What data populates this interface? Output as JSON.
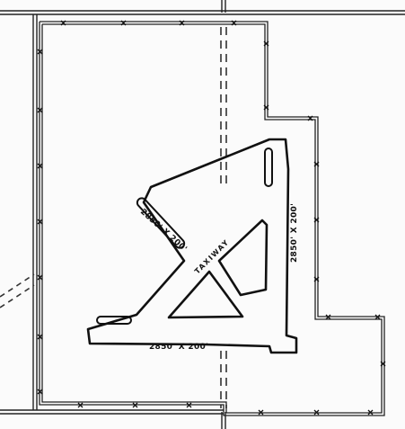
{
  "diagram": {
    "labels": {
      "runway_ne_sw": "2850' X 200'",
      "runway_ns": "2850' X 200'",
      "runway_ew": "2850' X 200'",
      "taxiway": "TAXIWAY"
    }
  }
}
